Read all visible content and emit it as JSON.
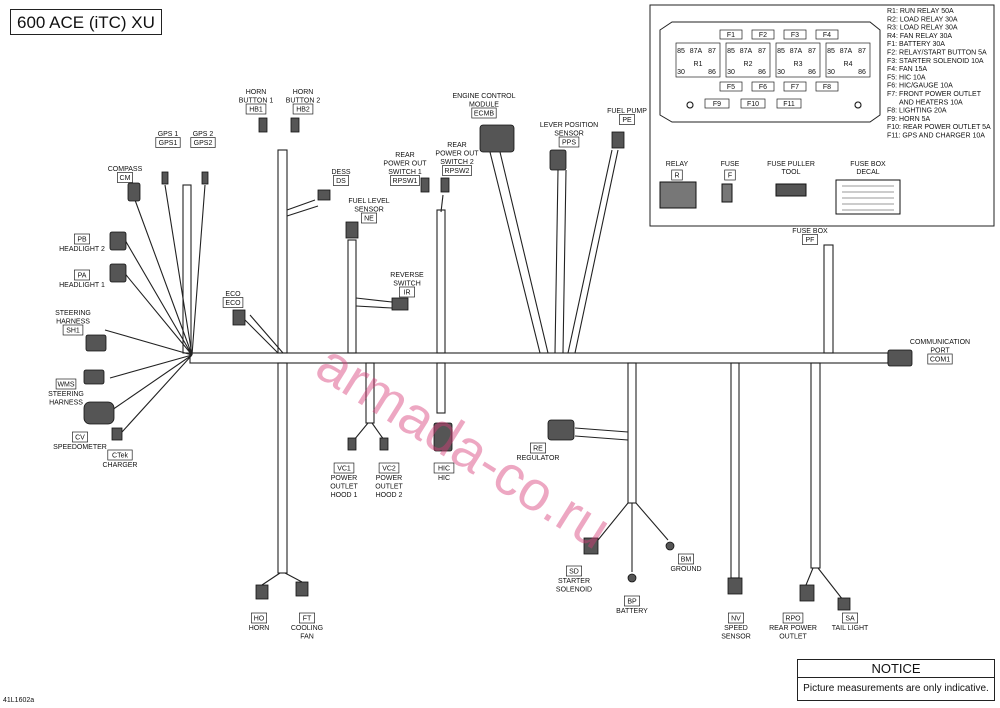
{
  "title": "600 ACE (iTC) XU",
  "notice": {
    "heading": "NOTICE",
    "text": "Picture measurements are only indicative."
  },
  "watermark": "armada-co.ru",
  "drawing_number": "41L1602a",
  "components": {
    "CM": {
      "code": "CM",
      "label": [
        "COMPASS"
      ]
    },
    "GPS1": {
      "code": "GPS1",
      "label": [
        "GPS 1"
      ]
    },
    "GPS2": {
      "code": "GPS2",
      "label": [
        "GPS 2"
      ]
    },
    "HB1": {
      "code": "HB1",
      "label": [
        "HORN",
        "BUTTON 1"
      ]
    },
    "HB2": {
      "code": "HB2",
      "label": [
        "HORN",
        "BUTTON 2"
      ]
    },
    "DS": {
      "code": "DS",
      "label": [
        "DESS"
      ]
    },
    "NE": {
      "code": "NE",
      "label": [
        "FUEL LEVEL",
        "SENSOR"
      ]
    },
    "RPSW1": {
      "code": "RPSW1",
      "label": [
        "REAR",
        "POWER OUT",
        "SWITCH 1"
      ]
    },
    "RPSW2": {
      "code": "RPSW2",
      "label": [
        "REAR",
        "POWER OUT",
        "SWITCH 2"
      ]
    },
    "ECMB": {
      "code": "ECMB",
      "label": [
        "ENGINE CONTROL",
        "MODULE"
      ]
    },
    "PPS": {
      "code": "PPS",
      "label": [
        "LEVER POSITION",
        "SENSOR"
      ]
    },
    "PE": {
      "code": "PE",
      "label": [
        "FUEL PUMP"
      ]
    },
    "PB": {
      "code": "PB",
      "label": [
        "HEADLIGHT 2"
      ]
    },
    "PA": {
      "code": "PA",
      "label": [
        "HEADLIGHT 1"
      ]
    },
    "IR": {
      "code": "IR",
      "label": [
        "REVERSE",
        "SWITCH"
      ]
    },
    "ECO": {
      "code": "ECO",
      "label": [
        "ECO"
      ]
    },
    "SH1": {
      "code": "SH1",
      "label": [
        "STEERING",
        "HARNESS"
      ]
    },
    "WMS": {
      "code": "WMS",
      "label": [
        "STEERING",
        "HARNESS"
      ]
    },
    "CV": {
      "code": "CV",
      "label": [
        "SPEEDOMETER"
      ]
    },
    "CTek": {
      "code": "CTek",
      "label": [
        "CHARGER"
      ]
    },
    "VC1": {
      "code": "VC1",
      "label": [
        "POWER",
        "OUTLET",
        "HOOD 1"
      ]
    },
    "VC2": {
      "code": "VC2",
      "label": [
        "POWER",
        "OUTLET",
        "HOOD 2"
      ]
    },
    "HIC": {
      "code": "HIC",
      "label": [
        "HIC"
      ]
    },
    "RE": {
      "code": "RE",
      "label": [
        "REGULATOR"
      ]
    },
    "BM": {
      "code": "BM",
      "label": [
        "GROUND"
      ]
    },
    "SD": {
      "code": "SD",
      "label": [
        "STARTER",
        "SOLENOID"
      ]
    },
    "BP": {
      "code": "BP",
      "label": [
        "BATTERY"
      ]
    },
    "HO": {
      "code": "HO",
      "label": [
        "HORN"
      ]
    },
    "FT": {
      "code": "FT",
      "label": [
        "COOLING",
        "FAN"
      ]
    },
    "NV": {
      "code": "NV",
      "label": [
        "SPEED",
        "SENSOR"
      ]
    },
    "RPO": {
      "code": "RPO",
      "label": [
        "REAR POWER",
        "OUTLET"
      ]
    },
    "SA": {
      "code": "SA",
      "label": [
        "TAIL LIGHT"
      ]
    },
    "PF": {
      "code": "PF",
      "label": [
        "FUSE BOX"
      ]
    },
    "COM1": {
      "code": "COM1",
      "label": [
        "COMMUNICATION",
        "PORT"
      ]
    }
  },
  "fusebox": {
    "relays": [
      "R1",
      "R2",
      "R3",
      "R4"
    ],
    "relay_pins": [
      "85",
      "87A",
      "87",
      "30",
      "86"
    ],
    "fuses_top": [
      "F1",
      "F2",
      "F3",
      "F4"
    ],
    "fuses_mid": [
      "F5",
      "F6",
      "F7",
      "F8"
    ],
    "fuses_bottom": [
      "F9",
      "F10",
      "F11"
    ],
    "legend": [
      "R1: RUN RELAY 50A",
      "R2: LOAD RELAY 30A",
      "R3: LOAD RELAY 30A",
      "R4: FAN RELAY 30A",
      "F1: BATTERY 30A",
      "F2: RELAY/START BUTTON 5A",
      "F3: STARTER SOLENOID 10A",
      "F4: FAN 15A",
      "F5: HIC 10A",
      "F6: HIC/GAUGE 10A",
      "F7: FRONT POWER OUTLET",
      "AND HEATERS 10A",
      "F8: LIGHTING 20A",
      "F9: HORN 5A",
      "F10: REAR POWER OUTLET 5A",
      "F11: GPS AND CHARGER 10A"
    ],
    "parts": [
      {
        "name": "RELAY",
        "code": "R"
      },
      {
        "name": "FUSE",
        "code": "F"
      },
      {
        "name": "FUSE PULLER TOOL",
        "code": ""
      },
      {
        "name": "FUSE BOX DECAL",
        "code": ""
      }
    ]
  }
}
